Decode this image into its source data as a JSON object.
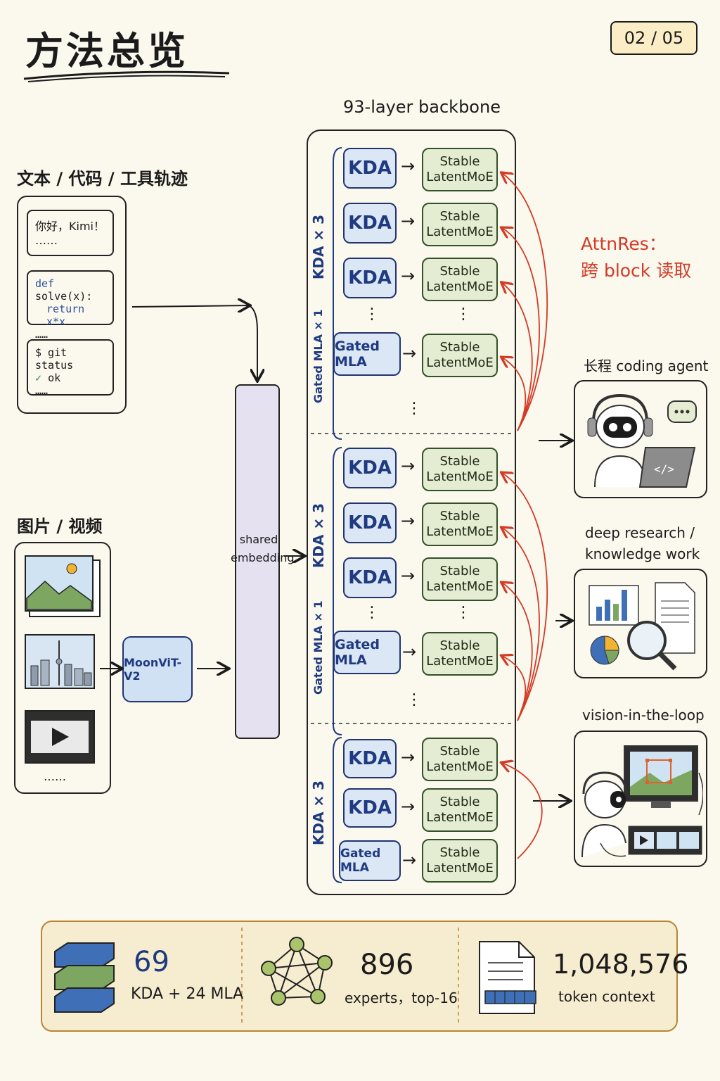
{
  "header": {
    "title": "方法总览",
    "page_number": "02 / 05"
  },
  "inputs": {
    "text_label": "文本 / 代码 / 工具轨迹",
    "chat_line1": "你好，Kimi！",
    "ellipsis": "……",
    "code_line1_kw": "def",
    "code_line1_rest": " solve(x):",
    "code_line2_kw": "return",
    "code_line2_rest": " x*x",
    "shell_line1": "$ git status",
    "shell_check": "✓",
    "shell_ok": "ok",
    "image_label": "图片 / 视频",
    "media_more": "……"
  },
  "encoder": {
    "label": "MoonViT-V2"
  },
  "embedding": {
    "line1": "shared",
    "line2": "embedding"
  },
  "backbone": {
    "title": "93-layer backbone",
    "kda": "KDA",
    "gated_mla": "Gated MLA",
    "moe_line1": "Stable",
    "moe_line2": "LatentMoE",
    "kda_group_label": "KDA × 3",
    "mla_group_label": "Gated MLA × 1",
    "vdots": "⋮"
  },
  "attnres": {
    "line1": "AttnRes：",
    "line2": "跨 block 读取"
  },
  "outputs": {
    "coding_label": "长程 coding agent",
    "coding_screen": "</>",
    "research_label_line1": "deep research /",
    "research_label_line2": "knowledge work",
    "vision_label": "vision-in-the-loop"
  },
  "stats": [
    {
      "number": "69",
      "caption": "KDA + 24 MLA"
    },
    {
      "number": "896",
      "caption": "experts，top-16"
    },
    {
      "number": "1,048,576",
      "caption": "token context"
    }
  ],
  "colors": {
    "background": "#fbf8ee",
    "kda_fill": "#dbe7f5",
    "moe_fill": "#e4ecd1",
    "accent_red": "#d23b26",
    "stats_fill": "#f6ecd0"
  }
}
